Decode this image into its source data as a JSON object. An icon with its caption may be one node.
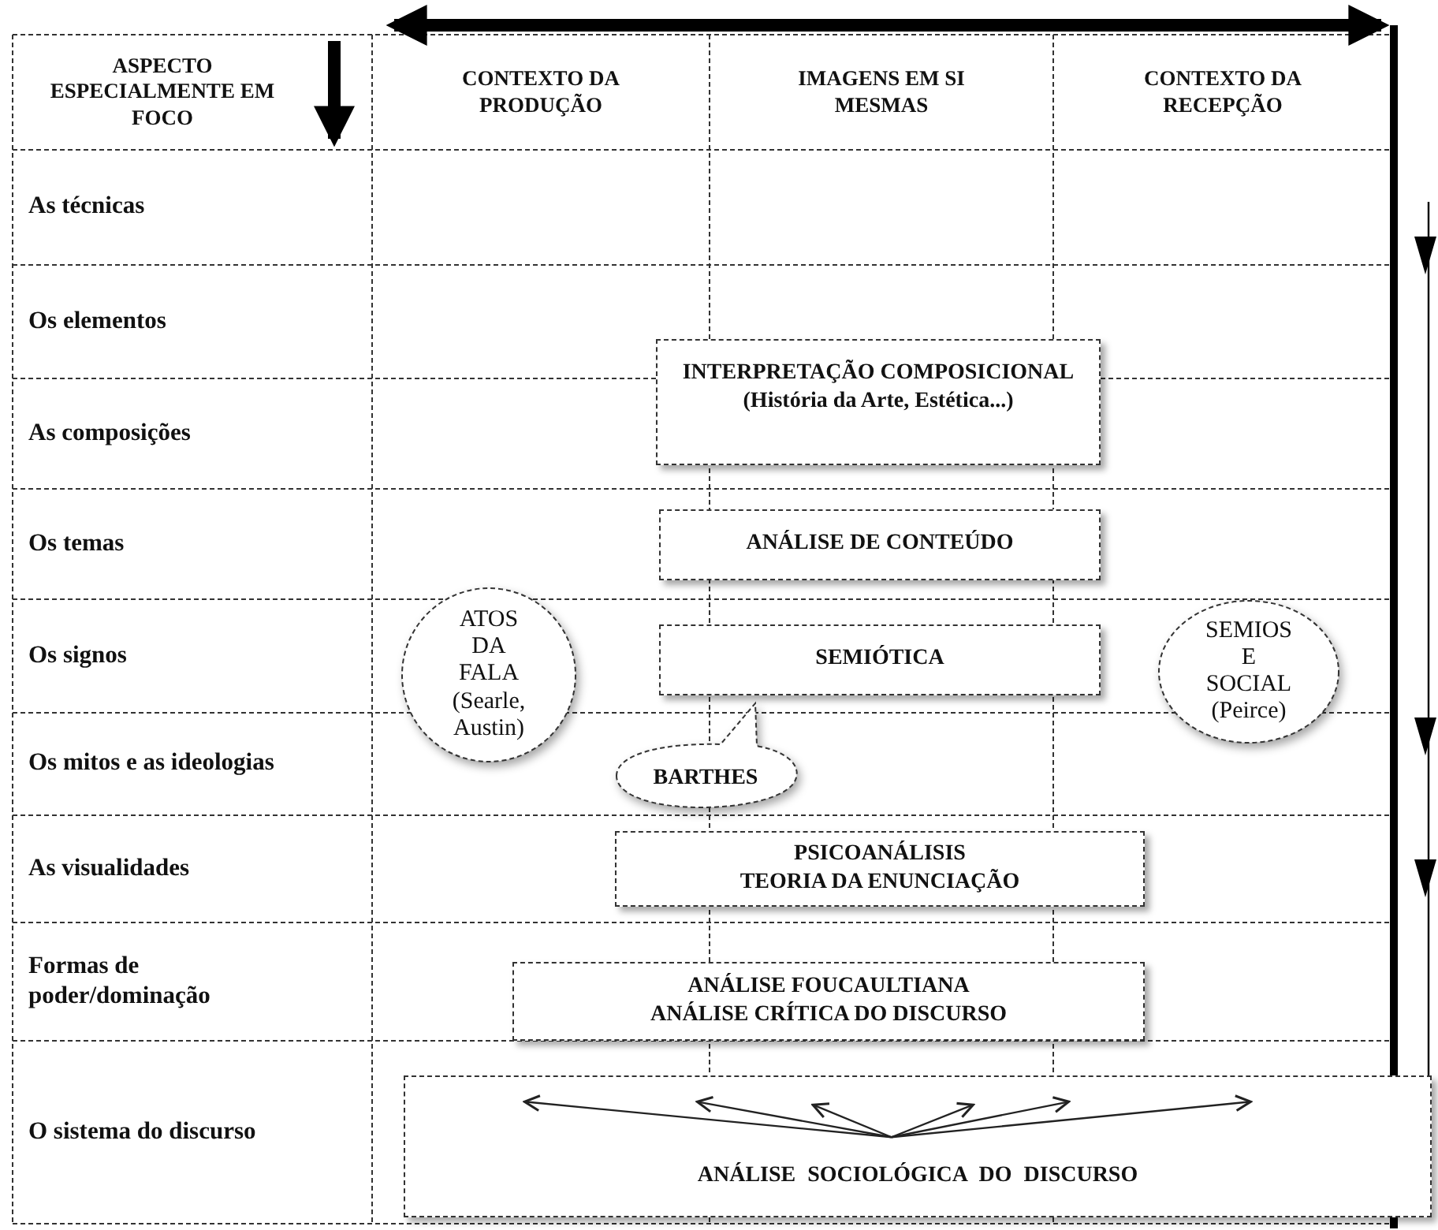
{
  "diagram": {
    "nodes": [
      {
        "text": [
          "INTERPRETAÇÃO COMPOSICIONAL",
          "(História da Arte, Estética...)"
        ]
      },
      {
        "text": [
          "ANÁLISE DE CONTEÚDO"
        ]
      },
      {
        "text": [
          "ATOS DA FALA (Searle, Austin)"
        ]
      },
      {
        "text": [
          "SEMIÓTICA"
        ]
      },
      {
        "text": [
          "SEMIOS E SOCIAL (Peirce)"
        ]
      },
      {
        "text": [
          "BARTHES"
        ]
      },
      {
        "text": [
          "PSICOANÁLISIS",
          "TEORIA DA ENUNCIAÇÃO"
        ]
      },
      {
        "text": [
          "ANÁLISE FOUCAULTIANA",
          "ANÁLISE CRÍTICA DO DISCURSO"
        ]
      },
      {
        "text": [
          "ANÁLISE SOCIOLÓGICA DO DISCURSO"
        ]
      }
    ],
    "labels": [
      "ASPECTO ESPECIALMENTE EM FOCO",
      "CONTEXTO DA PRODUÇÃO",
      "IMAGENS EM SI MESMAS",
      "CONTEXTO DA RECEPÇÃO",
      "As técnicas",
      "Os elementos",
      "As composições",
      "Os temas",
      "Os signos",
      "Os mitos e as ideologias",
      "As visualidades",
      "Formas de poder/dominação",
      "O sistema do discurso"
    ]
  }
}
